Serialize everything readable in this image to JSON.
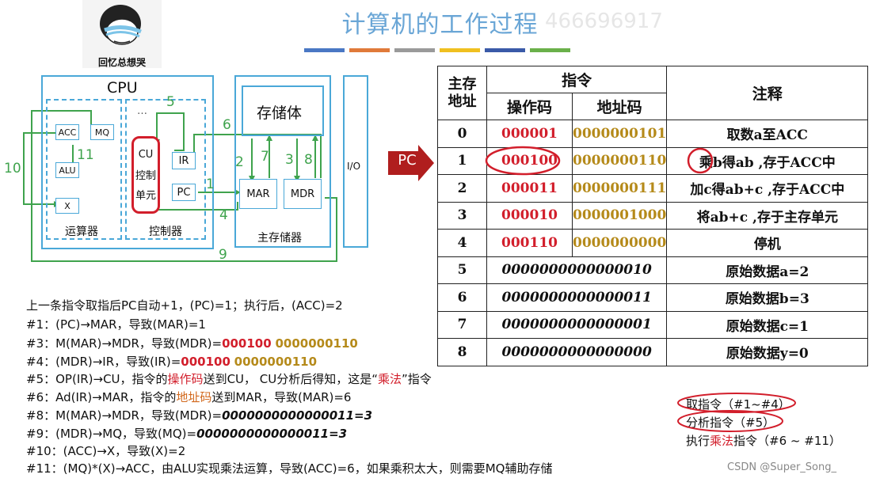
{
  "title": "计算机的工作过程",
  "title_ghost": "466696917",
  "meme_caption": "回忆总想哭",
  "colors": {
    "title": "#6aa6d6",
    "box": "#4aa8d8",
    "bus": "#3fa34d",
    "red": "#d21e2b",
    "gold": "#b58a1a",
    "pc_arrow": "#b01e1e"
  },
  "color_strip": [
    "#4a78c4",
    "#e07a3a",
    "#9a9a9a",
    "#f0c020",
    "#3a5aa8",
    "#6ab04a"
  ],
  "diagram": {
    "cpu_label": "CPU",
    "alu_group_label": "运算器",
    "ctrl_group_label": "控制器",
    "mem_label": "存储体",
    "main_mem_label": "主存储器",
    "io_label": "I/O",
    "regs": {
      "acc": "ACC",
      "mq": "MQ",
      "alu": "ALU",
      "x": "X",
      "ir": "IR",
      "pc": "PC",
      "mar": "MAR",
      "mdr": "MDR"
    },
    "cu_lines": [
      "CU",
      "控制",
      "单元"
    ],
    "ellipsis": "…",
    "steps": [
      "1",
      "2",
      "3",
      "4",
      "5",
      "6",
      "7",
      "8",
      "9",
      "10",
      "11"
    ]
  },
  "pc_arrow_label": "PC",
  "table": {
    "headers": {
      "addr_line1": "主存",
      "addr_line2": "地址",
      "instr": "指令",
      "op": "操作码",
      "ad": "地址码",
      "note": "注释"
    },
    "rows": [
      {
        "addr": "0",
        "op": "000001",
        "ad": "0000000101",
        "note": "取数a至ACC"
      },
      {
        "addr": "1",
        "op": "000100",
        "ad": "0000000110",
        "note": "乘b得ab ,存于ACC中"
      },
      {
        "addr": "2",
        "op": "000011",
        "ad": "0000000111",
        "note": "加c得ab+c ,存于ACC中"
      },
      {
        "addr": "3",
        "op": "000010",
        "ad": "0000001000",
        "note": "将ab+c ,存于主存单元"
      },
      {
        "addr": "4",
        "op": "000110",
        "ad": "0000000000",
        "note": "停机"
      },
      {
        "addr": "5",
        "raw": "0000000000000010",
        "note": "原始数据a=2"
      },
      {
        "addr": "6",
        "raw": "0000000000000011",
        "note": "原始数据b=3"
      },
      {
        "addr": "7",
        "raw": "0000000000000001",
        "note": "原始数据c=1"
      },
      {
        "addr": "8",
        "raw": "0000000000000000",
        "note": "原始数据y=0"
      }
    ]
  },
  "explanation": {
    "l0": "上一条指令取指后PC自动+1，(PC)=1；执行后，(ACC)=2",
    "l1": "#1：(PC)→MAR，导致(MAR)=1",
    "l2a": "#3：M(MAR)→MDR，导致(MDR)=",
    "l2op": "000100",
    "l2ad": "0000000110",
    "l3a": "#4：(MDR)→IR，导致(IR)=",
    "l3op": "000100",
    "l3ad": "0000000110",
    "l4a": "#5：OP(IR)→CU，指令的",
    "l4b": "操作码",
    "l4c": "送到CU， CU分析后得知，这是“",
    "l4d": "乘法",
    "l4e": "”指令",
    "l5a": "#6：Ad(IR)→MAR，指令的",
    "l5b": "地址码",
    "l5c": "送到MAR，导致(MAR)=6",
    "l6a": "#8：M(MAR)→MDR，导致(MDR)=",
    "l6b": "0000000000000011=3",
    "l7a": "#9：(MDR)→MQ，导致(MQ)=",
    "l7b": "0000000000000011=3",
    "l8": "#10：(ACC)→X，导致(X)=2",
    "l9": "#11：(MQ)*(X)→ACC，由ALU实现乘法运算，导致(ACC)=6，如果乘积太大，则需要MQ辅助存储"
  },
  "legend": {
    "fetch": "取指令（#1~#4）",
    "analyze": "分析指令（#5）",
    "exec_a": "执行",
    "exec_b": "乘法",
    "exec_c": "指令（#6 ~ #11）"
  },
  "watermark": "CSDN @Super_Song_"
}
